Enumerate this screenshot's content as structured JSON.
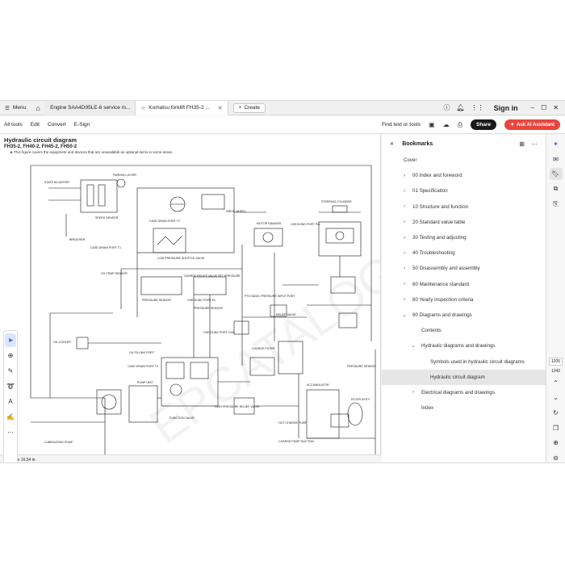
{
  "tabbar": {
    "menu_label": "Menu",
    "tabs": [
      {
        "title": "Engine SAA4D95LE-6 service m..."
      },
      {
        "title": "Komatsu forklift FH35-2 ..."
      }
    ],
    "create_label": "Create",
    "signin_label": "Sign in"
  },
  "toolbar": {
    "menus": [
      "All tools",
      "Edit",
      "Convert",
      "E-Sign"
    ],
    "find_label": "Find text or tools",
    "share_label": "Share",
    "ai_label": "Ask AI Assistant"
  },
  "document": {
    "title": "Hydraulic circuit diagram",
    "models": "FH35-2, FH40-2, FH45-2, FH50-2",
    "note": "★ This figure covers the equipment and devices that are unavailable as optional items in some areas.",
    "labels": {
      "parking": "PARKING LEVER",
      "state_adjust": "STATE ADJUSTER",
      "speed_sensor": "SPEED SENSOR",
      "case_drain_t2": "CASE DRAIN PORT T2",
      "drive_wheel": "DRIVE WHEEL",
      "breather": "BREATHER",
      "case_drain_t1": "CASE DRAIN PORT T1",
      "motor": "MOTOR SAA4D95",
      "checking_port": "CHECKING PORT Pm",
      "oil_temp": "OIL TEMP SENSOR",
      "low_pressure": "LOW PRESSURE SHUTTLE VALVE",
      "charge_relief": "CHARGE RELIEF VALVE SET PRESSURE",
      "steering_cyl": "STEERING CYLINDER",
      "pressure_sensor": "PRESSURE SENSOR",
      "checking_port_pc": "CHECKING PORT Pc",
      "pto_basic": "PTO BASIC PRESSURE INPUT PORT",
      "pressure_sensor2": "PRESSURE SENSOR",
      "relief_valve": "RELIEF VALVE",
      "charging_port": "CHECKING PORT C2A",
      "charge_filter": "CHARGE FILTER",
      "oil_cooler": "OIL COOLER",
      "oil_filling": "OIL FILLING PORT",
      "case_drain_t3": "CASE DRAIN PORT T3",
      "high_pressure": "HIGH PRESSURE RELIEF VALVE",
      "hot_charge": "HOT CHARGE PUMP",
      "accumulator": "ACCUMULATOR",
      "filter_ass": "FILTER ASS'Y",
      "pressure_sensor3": "PRESSURE SENSOR",
      "lubricating": "LUBRICATING PUMP",
      "charge_pump": "CHARGE PUMP SUCTION",
      "function_valve": "FUNCTION VALVE",
      "pump_unit": "PUMP UNIT"
    }
  },
  "status": {
    "dimensions": "23,39 x 16,54 in"
  },
  "bookmarks": {
    "title": "Bookmarks",
    "items": [
      {
        "label": "Cover",
        "level": 0,
        "chev": ""
      },
      {
        "label": "00 Index and foreword",
        "level": 1,
        "chev": "›"
      },
      {
        "label": "01 Specification",
        "level": 1,
        "chev": "›"
      },
      {
        "label": "10 Structure and function",
        "level": 1,
        "chev": "›"
      },
      {
        "label": "20 Standard value table",
        "level": 1,
        "chev": "›"
      },
      {
        "label": "30 Testing and adjusting",
        "level": 1,
        "chev": "›"
      },
      {
        "label": "40 Troubleshooting",
        "level": 1,
        "chev": "›"
      },
      {
        "label": "50 Disassembly and assembly",
        "level": 1,
        "chev": "›"
      },
      {
        "label": "60 Maintenance standard",
        "level": 1,
        "chev": "›"
      },
      {
        "label": "80 Yearly inspection criteria",
        "level": 1,
        "chev": "›"
      },
      {
        "label": "90 Diagrams and drawings",
        "level": 1,
        "chev": "⌄"
      },
      {
        "label": "Contents",
        "level": 2,
        "chev": ""
      },
      {
        "label": "Hydraulic diagrams and drawings",
        "level": 2,
        "chev": "⌄"
      },
      {
        "label": "Symbols used in hydraulic circuit diagrams",
        "level": 3,
        "chev": ""
      },
      {
        "label": "Hydraulic circuit diagram",
        "level": 3,
        "chev": "",
        "selected": true
      },
      {
        "label": "Electrical diagrams and drawings",
        "level": 2,
        "chev": "›"
      },
      {
        "label": "Index",
        "level": 2,
        "chev": ""
      }
    ]
  },
  "rail": {
    "page_current": "1205",
    "page_total": "1242"
  },
  "colors": {
    "accent": "#1f55d8",
    "ai": "#e8453c"
  }
}
